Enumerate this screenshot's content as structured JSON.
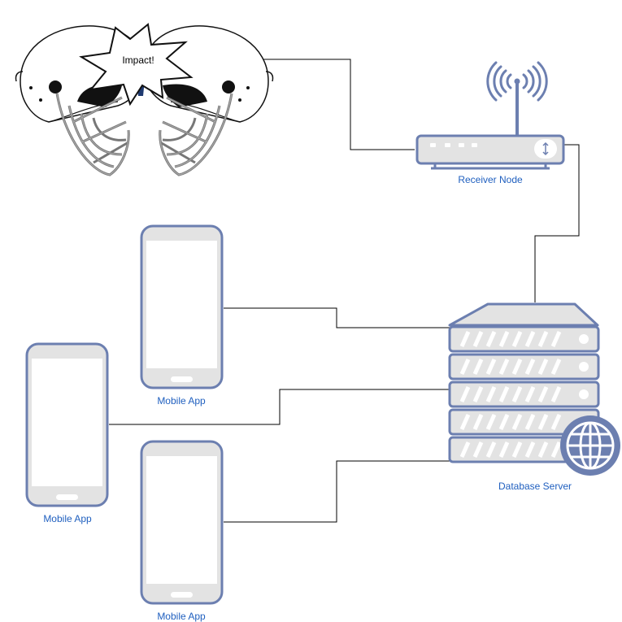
{
  "impact_label": "Impact!",
  "receiver": {
    "label": "Receiver Node"
  },
  "database": {
    "label": "Database Server"
  },
  "phones": [
    {
      "label": "Mobile App"
    },
    {
      "label": "Mobile App"
    },
    {
      "label": "Mobile App"
    }
  ],
  "colors": {
    "device_stroke": "#6c7fb0",
    "device_fill": "#e3e3e3",
    "label_blue": "#1f5fbf",
    "connector": "#000000"
  }
}
